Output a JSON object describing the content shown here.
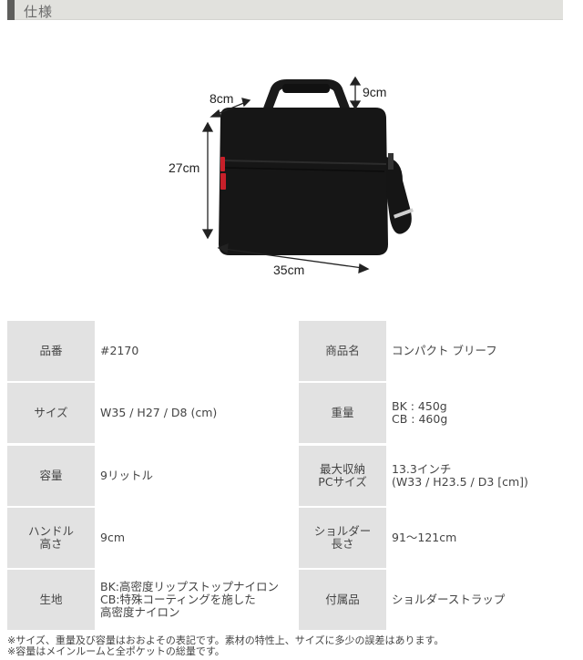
{
  "header": {
    "title": "仕様"
  },
  "figure": {
    "dimensions": {
      "depth": "8cm",
      "handle": "9cm",
      "height": "27cm",
      "width": "35cm"
    },
    "colors": {
      "bag": "#141414",
      "zipper_tab": "#c8202a",
      "arrow": "#222222"
    }
  },
  "spec_table": {
    "rows": [
      {
        "left_label": "品番",
        "left_value": "#2170",
        "right_label": "商品名",
        "right_value": "コンパクト ブリーフ"
      },
      {
        "left_label": "サイズ",
        "left_value": "W35 / H27 / D8 (cm)",
        "right_label": "重量",
        "right_value": "BK : 450g\nCB : 460g"
      },
      {
        "left_label": "容量",
        "left_value": "9リットル",
        "right_label": "最大収納\nPCサイズ",
        "right_value": "13.3インチ\n(W33 / H23.5 / D3 [cm])"
      },
      {
        "left_label": "ハンドル\n高さ",
        "left_value": "9cm",
        "right_label": "ショルダー\n長さ",
        "right_value": "91～121cm"
      },
      {
        "left_label": "生地",
        "left_value": "BK:高密度リップストップナイロン\nCB:特殊コーティングを施した\n高密度ナイロン",
        "right_label": "付属品",
        "right_value": "ショルダーストラップ"
      }
    ]
  },
  "notes": [
    "※サイズ、重量及び容量はおおよその表記です。素材の特性上、サイズに多少の誤差はあります。",
    "※容量はメインルームと全ポケットの総量です。"
  ]
}
